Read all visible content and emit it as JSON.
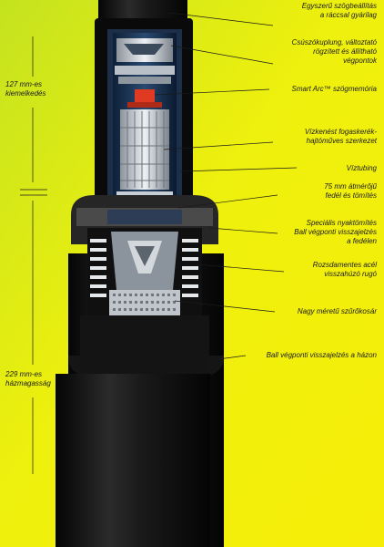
{
  "colors": {
    "background_top": "#cfe61a",
    "background_mid": "#f3ef0a",
    "body": "#0c0c0c",
    "accent_red": "#e03a22",
    "metal": "#cfd4da"
  },
  "labels": {
    "top_adjust": [
      "Egyszerű szögbeállítás",
      "a ráccsal gyárilag"
    ],
    "fix_stops": [
      "Csúszókuplung, változtató",
      "rögzített és állítható",
      "végpontok"
    ],
    "smart_arc": "Smart Arc™ szögmemória",
    "gear_drive": [
      "Vízkenést fogaskerék-",
      "hajtóműves szerkezet"
    ],
    "water_tube": "Víztubing",
    "cap_seal": [
      "75 mm átmérőjű",
      "fedél és tömítés"
    ],
    "check_valve": [
      "Speciális nyaktömítés",
      "Ball végponti visszajelzés",
      "a fedélen"
    ],
    "spring": [
      "Rozsdamentes acél",
      "visszahúzó rugó"
    ],
    "filter": "Nagy méretű szűrőkosár",
    "housing": "Ball végponti visszajelzés a házon",
    "pop_up_height": [
      "127 mm-es",
      "kiemelkedés"
    ],
    "body_height": [
      "229 mm-es",
      "házmagasság"
    ]
  }
}
